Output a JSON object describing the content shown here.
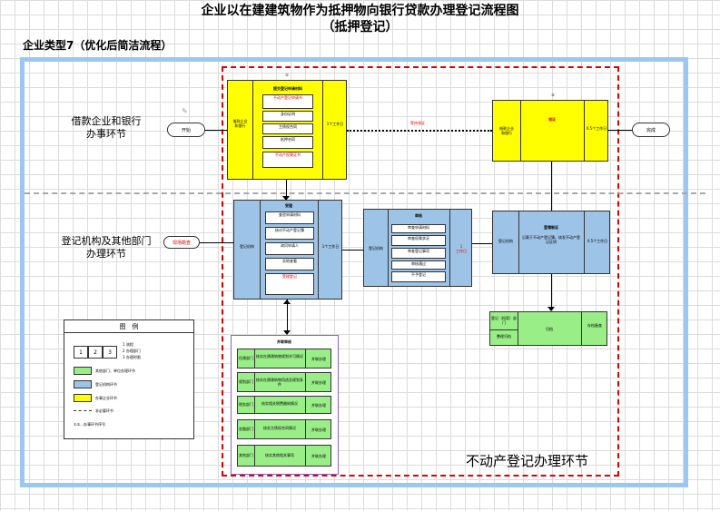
{
  "title_line1": "企业以在建建筑物作为抵押物向银行贷款办理登记流程图",
  "title_line2": "（抵押登记）",
  "subtitle": "企业类型7（优化后简洁流程）",
  "lanes": {
    "top": "借款企业和银行\n办事环节",
    "bottom": "登记机构及其他部门\n办理环节",
    "realty": "不动产登记办理环节"
  },
  "start_label": "开始",
  "end_label": "完成",
  "on_site_label": "现场勘查",
  "step1": {
    "num": "①",
    "header": "提交登记申请材料",
    "left_text": "借款企业\n和银行",
    "right_text": "1个工作日",
    "items": [
      "不动产登记申请书",
      "身份证明",
      "主债权合同",
      "抵押合同",
      "不动产权属证书"
    ]
  },
  "step2": {
    "num": "②",
    "header": "领证",
    "left_text": "借款企业\n和银行",
    "right_text": "0.5个工作日"
  },
  "wait_label": "等待领证",
  "accept": {
    "header": "受理",
    "left_text": "登记机构",
    "right_text": "1个工作日",
    "items": [
      "查验申请材料",
      "核对不动产登记簿",
      "询问申请人",
      "实地查看",
      "受理登记"
    ]
  },
  "review": {
    "header": "审核",
    "left_text": "登记机构",
    "right_text": "1个工作日",
    "items": [
      "审查申请材料",
      "审查权属状况",
      "审查登记事项",
      "审核通过",
      "不予登记"
    ]
  },
  "record": {
    "header": "登簿制证",
    "left_text": "登记机构",
    "right_text": "0.5个工作日",
    "body": "记载于不动产登记簿，核发不动产登记证明"
  },
  "note_between": "1\n工作日",
  "parallel": {
    "header": "并联审核",
    "rows": [
      {
        "left": "住建部门",
        "mid": "核实在建建筑物规划许可情况",
        "right": "并联办理"
      },
      {
        "left": "规划部门",
        "mid": "核实在建建筑物用途及规划条件",
        "right": "并联办理"
      },
      {
        "left": "税务部门",
        "mid": "核实相关税费缴纳情况",
        "right": "并联办理"
      },
      {
        "left": "金融部门",
        "mid": "核实主债权合同情况",
        "right": "并联办理"
      },
      {
        "left": "其他部门",
        "mid": "核实其他相关事项",
        "right": "并联办理"
      }
    ]
  },
  "archive": {
    "left_top": "登记（档案）部门",
    "left_bottom": "整理归档",
    "mid": "归档",
    "right": "存档备查"
  },
  "legend": {
    "title": "图　例",
    "cells": [
      "1",
      "2",
      "3"
    ],
    "cell_notes": [
      "1 流程",
      "2 办理部门",
      "3 办理时限"
    ],
    "items": [
      {
        "color": "#99ee88",
        "label": "其他部门、单位办理环节"
      },
      {
        "color": "#9dc3e6",
        "label": "登记机构环节"
      },
      {
        "color": "#ffff00",
        "label": "办事企业环节"
      }
    ],
    "dashed_label": "非必要环节",
    "num_label": "①②…办事环节序号"
  }
}
